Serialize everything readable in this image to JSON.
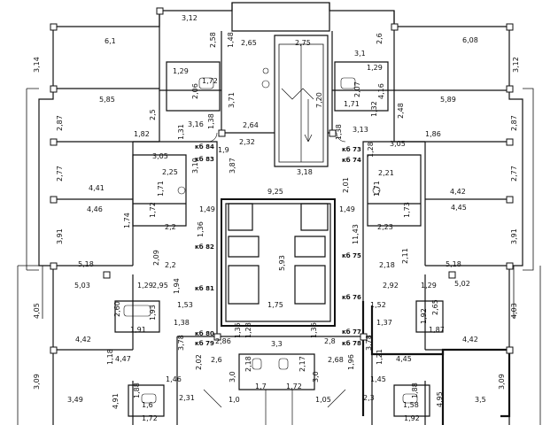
{
  "dimensions": {
    "d612": "3,12",
    "d258": "2,58",
    "d148": "1,48",
    "d265": "2,65",
    "d275": "2,75",
    "d26": "2,6",
    "d608": "6,08",
    "d61": "6,1",
    "d314": "3,14",
    "d31": "3,1",
    "d129a": "1,29",
    "d129b": "1,29",
    "d172a": "1,72",
    "d206": "2,06",
    "d371": "3,71",
    "d720": "7,20",
    "d207": "2,07",
    "d171a": "1,71",
    "d312r": "3,12",
    "d585": "5,85",
    "d25": "2,5",
    "d316": "3,16",
    "d138a": "1,38",
    "d264": "2,64",
    "d313": "3,13",
    "d248": "2,48",
    "d416": "4,16",
    "d132": "1,32",
    "d589": "5,89",
    "d287a": "2,87",
    "d287b": "2,87",
    "d182": "1,82",
    "d131a": "1,31",
    "d232": "2,32",
    "d138b": "1,38",
    "d186": "1,86",
    "d305a": "3,05",
    "d305b": "3,05",
    "d19": "1,9",
    "d128": "1,28",
    "d225": "2,25",
    "d310": "3,10",
    "d387": "3,87",
    "d318": "3,18",
    "d201": "2,01",
    "d221": "2,21",
    "d277a": "2,77",
    "d277b": "2,77",
    "d441": "4,41",
    "d171b": "1,71",
    "d925": "9,25",
    "d442": "4,42",
    "d171c": "1,71",
    "d173a": "1,73",
    "d172b": "1,72",
    "d446": "4,46",
    "d149a": "1,49",
    "d149b": "1,49",
    "d445": "4,45",
    "d174": "1,74",
    "d22a": "2,2",
    "d136a": "1,36",
    "d1143": "11,43",
    "d223": "2,23",
    "d391a": "3,91",
    "d391b": "3,91",
    "d593": "5,93",
    "d209": "2,09",
    "d22b": "2,2",
    "d211": "2,11",
    "d218": "2,18",
    "d518a": "5,18",
    "d518b": "5,18",
    "d503": "5,03",
    "d129c": "1,29",
    "d295": "2,95",
    "d194": "1,94",
    "d292a": "2,92",
    "d129d": "1,29",
    "d502": "5,02",
    "d260": "2,60",
    "d153": "1,53",
    "d193a": "1,93",
    "d175": "1,75",
    "d152": "1,52",
    "d192": "1,92",
    "d265b": "2,65",
    "d405": "4,05",
    "d403": "4,03",
    "d191": "1,91",
    "d137": "1,37",
    "d187": "1,87",
    "d138c": "1,38",
    "d135": "1,35",
    "d128b": "1,28",
    "d136b": "1,36",
    "d442b": "4,42",
    "d378a": "3,78",
    "d286": "2,86",
    "d33": "3,3",
    "d28": "2,8",
    "d378b": "3,78",
    "d447": "4,47",
    "d118": "1,18",
    "d26b": "2,6",
    "d268": "2,68",
    "d121": "1,21",
    "d445b": "4,45",
    "d202": "2,02",
    "d218b": "2,18",
    "d217": "2,17",
    "d196": "1,96",
    "d146": "1,46",
    "d30a": "3,0",
    "d30b": "3,0",
    "d145": "1,45",
    "d309a": "3,09",
    "d309b": "3,09",
    "d349": "3,49",
    "d491": "4,91",
    "d188a": "1,88",
    "d17": "1,7",
    "d172c": "1,72",
    "d188b": "1,88",
    "d495": "4,95",
    "d35": "3,5",
    "d231": "2,31",
    "d10": "1,0",
    "d105": "1,05",
    "d23": "2,3",
    "d16": "1,6",
    "d158": "1,58",
    "d172d": "1,72",
    "d192b": "1,92"
  },
  "tags": {
    "t84": "кб 84",
    "t83": "кб 83",
    "t73": "кб 73",
    "t74": "кб 74",
    "t82": "кб 82",
    "t75": "кб 75",
    "t81": "кб 81",
    "t76": "кб 76",
    "t80": "кб 80",
    "t79": "кб 79",
    "t77": "кб 77",
    "t78": "кб 78"
  }
}
